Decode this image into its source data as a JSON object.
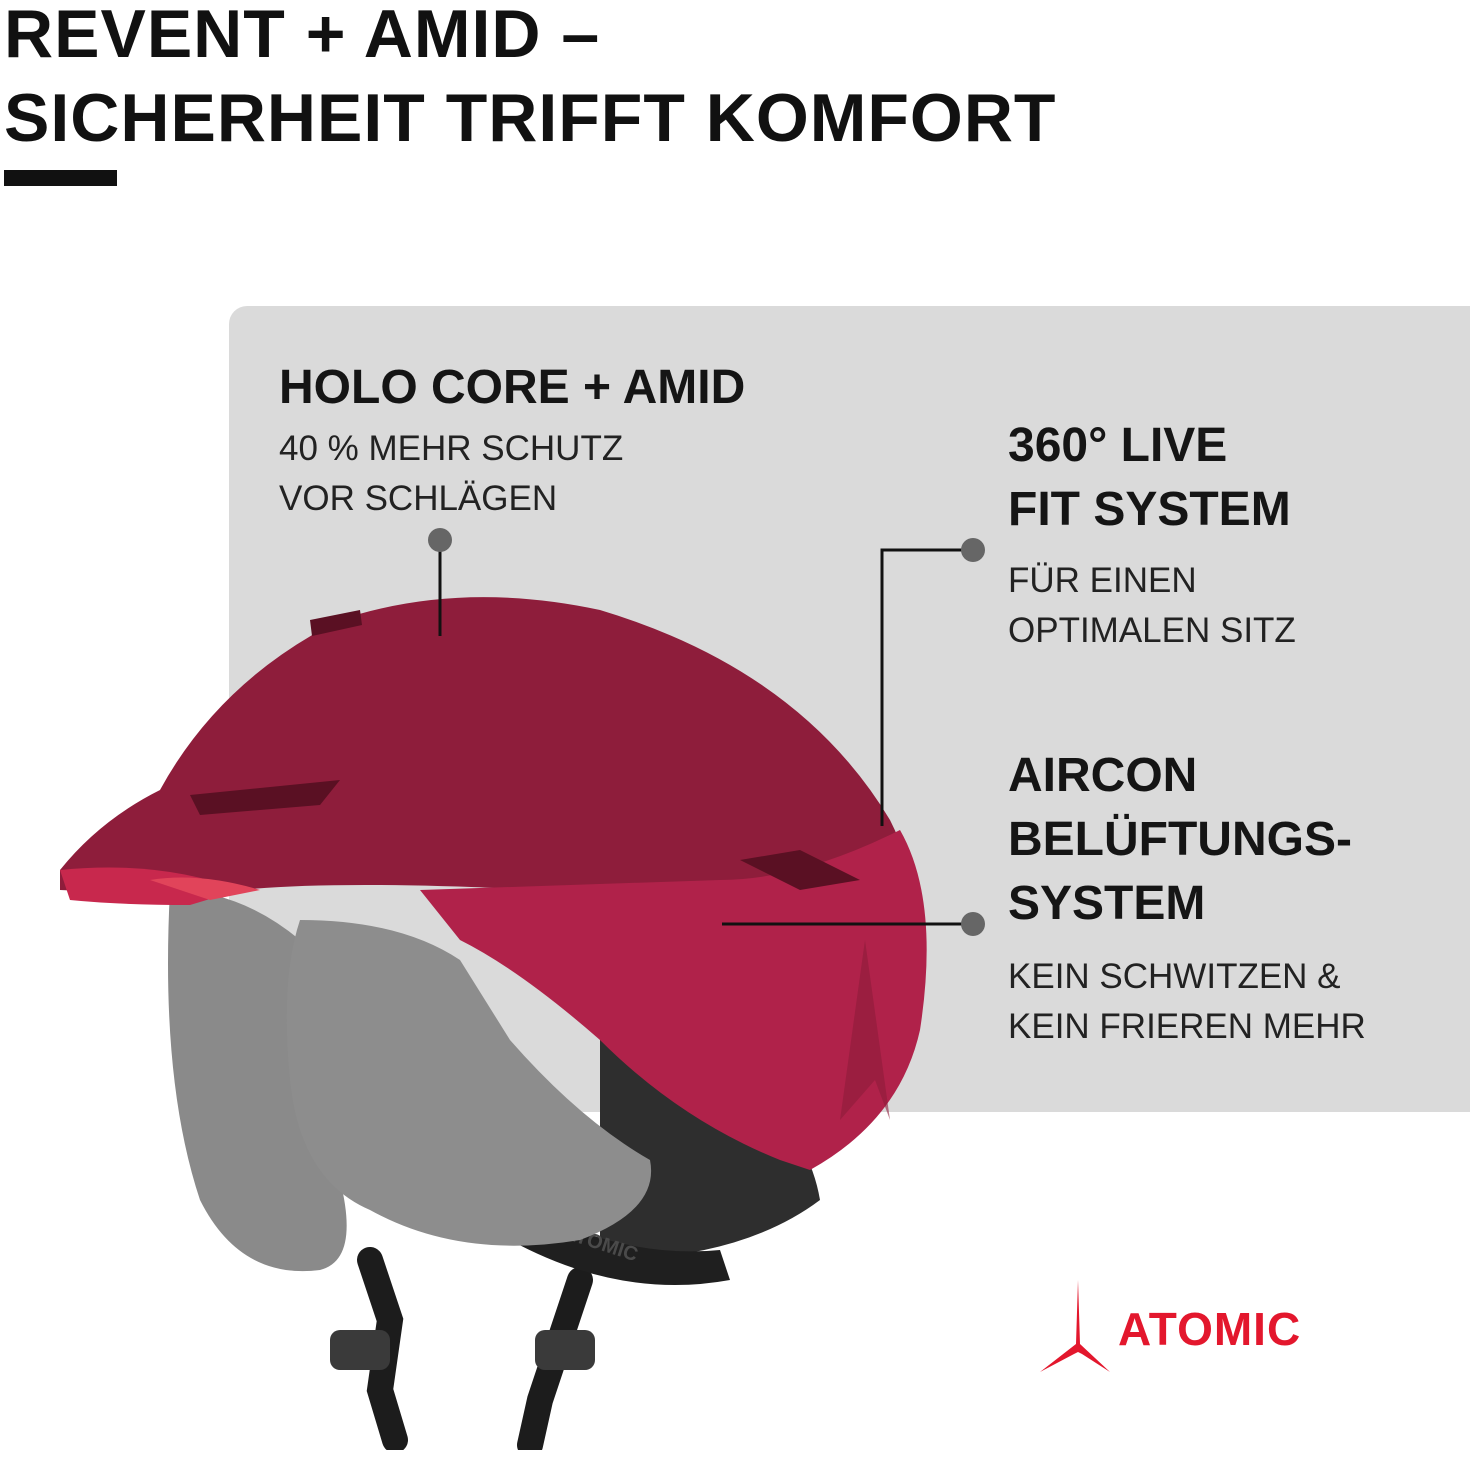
{
  "headline": {
    "line1": "REVENT + AMID –",
    "line2": "SICHERHEIT TRIFFT KOMFORT"
  },
  "features": [
    {
      "title_lines": [
        "HOLO CORE + AMID"
      ],
      "subtitle_lines": [
        "40 % MEHR SCHUTZ",
        "VOR SCHLÄGEN"
      ]
    },
    {
      "title_lines": [
        "360° LIVE",
        "FIT SYSTEM"
      ],
      "subtitle_lines": [
        "FÜR EINEN",
        "OPTIMALEN SITZ"
      ]
    },
    {
      "title_lines": [
        "AIRCON",
        "BELÜFTUNGS-",
        "SYSTEM"
      ],
      "subtitle_lines": [
        "KEIN SCHWITZEN &",
        "KEIN FRIEREN MEHR"
      ]
    }
  ],
  "helmet": {
    "strap_print": "ATOMIC"
  },
  "brand": {
    "name": "ATOMIC",
    "color": "#e3172d"
  },
  "colors": {
    "panel": "#dadada",
    "helmet_shell": "#8e1d3b",
    "helmet_side": "#b0224a",
    "liner": "#8a8a8a",
    "callout_line": "#111111",
    "callout_dot": "#666666"
  }
}
